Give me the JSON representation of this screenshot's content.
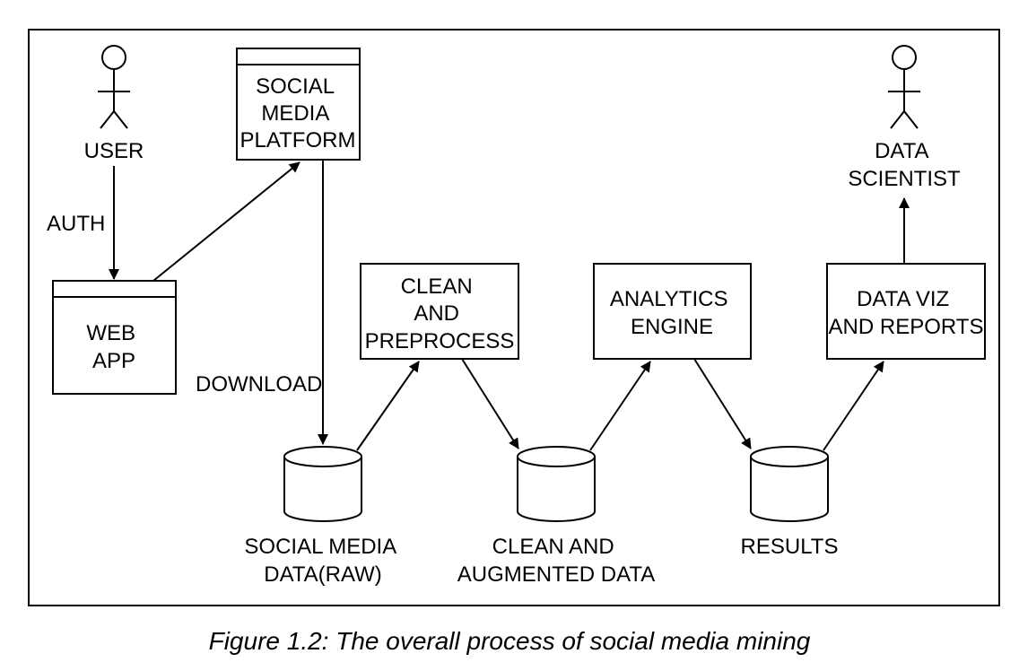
{
  "diagram": {
    "actors": {
      "user": "USER",
      "data_scientist": [
        "DATA",
        "SCIENTIST"
      ]
    },
    "boxes": {
      "social_media_platform": [
        "SOCIAL",
        "MEDIA",
        "PLATFORM"
      ],
      "web_app": [
        "WEB",
        "APP"
      ],
      "clean_preprocess": [
        "CLEAN",
        "AND",
        "PREPROCESS"
      ],
      "analytics_engine": [
        "ANALYTICS",
        "ENGINE"
      ],
      "data_viz_reports": [
        "DATA VIZ",
        "AND REPORTS"
      ]
    },
    "datastores": {
      "raw": [
        "SOCIAL MEDIA",
        "DATA(RAW)"
      ],
      "clean_augmented": [
        "CLEAN AND",
        "AUGMENTED DATA"
      ],
      "results": [
        "RESULTS"
      ]
    },
    "edge_labels": {
      "auth": "AUTH",
      "download": "DOWNLOAD"
    }
  },
  "caption": "Figure 1.2: The overall process of social media mining"
}
